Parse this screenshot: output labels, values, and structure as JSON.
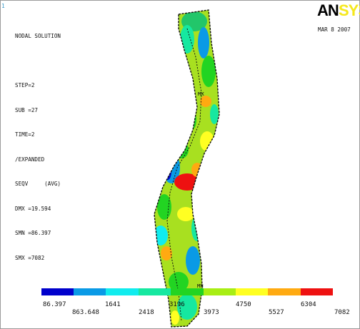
{
  "window_number": "1",
  "title_block": {
    "lines": [
      "NODAL SOLUTION",
      "",
      "STEP=2",
      "SUB =27",
      "TIME=2",
      "/EXPANDED",
      "SEQV     (AVG)",
      "DMX =19.594",
      "SMN =86.397",
      "SMX =7082"
    ]
  },
  "logo_text": "ANSYS",
  "date": "MAR  8 2007",
  "max_marker": "MX",
  "min_marker": "MN",
  "legend": {
    "colors": [
      "#0000cc",
      "#0a9ae6",
      "#11ecee",
      "#16e8a0",
      "#22d422",
      "#a8ee14",
      "#ffff22",
      "#ffaa11",
      "#ee1111"
    ],
    "labels_top": [
      "86.397",
      "1641",
      "3196",
      "4750",
      "6304"
    ],
    "labels_bottom": [
      "863.648",
      "2418",
      "3973",
      "5527",
      "7082"
    ]
  }
}
